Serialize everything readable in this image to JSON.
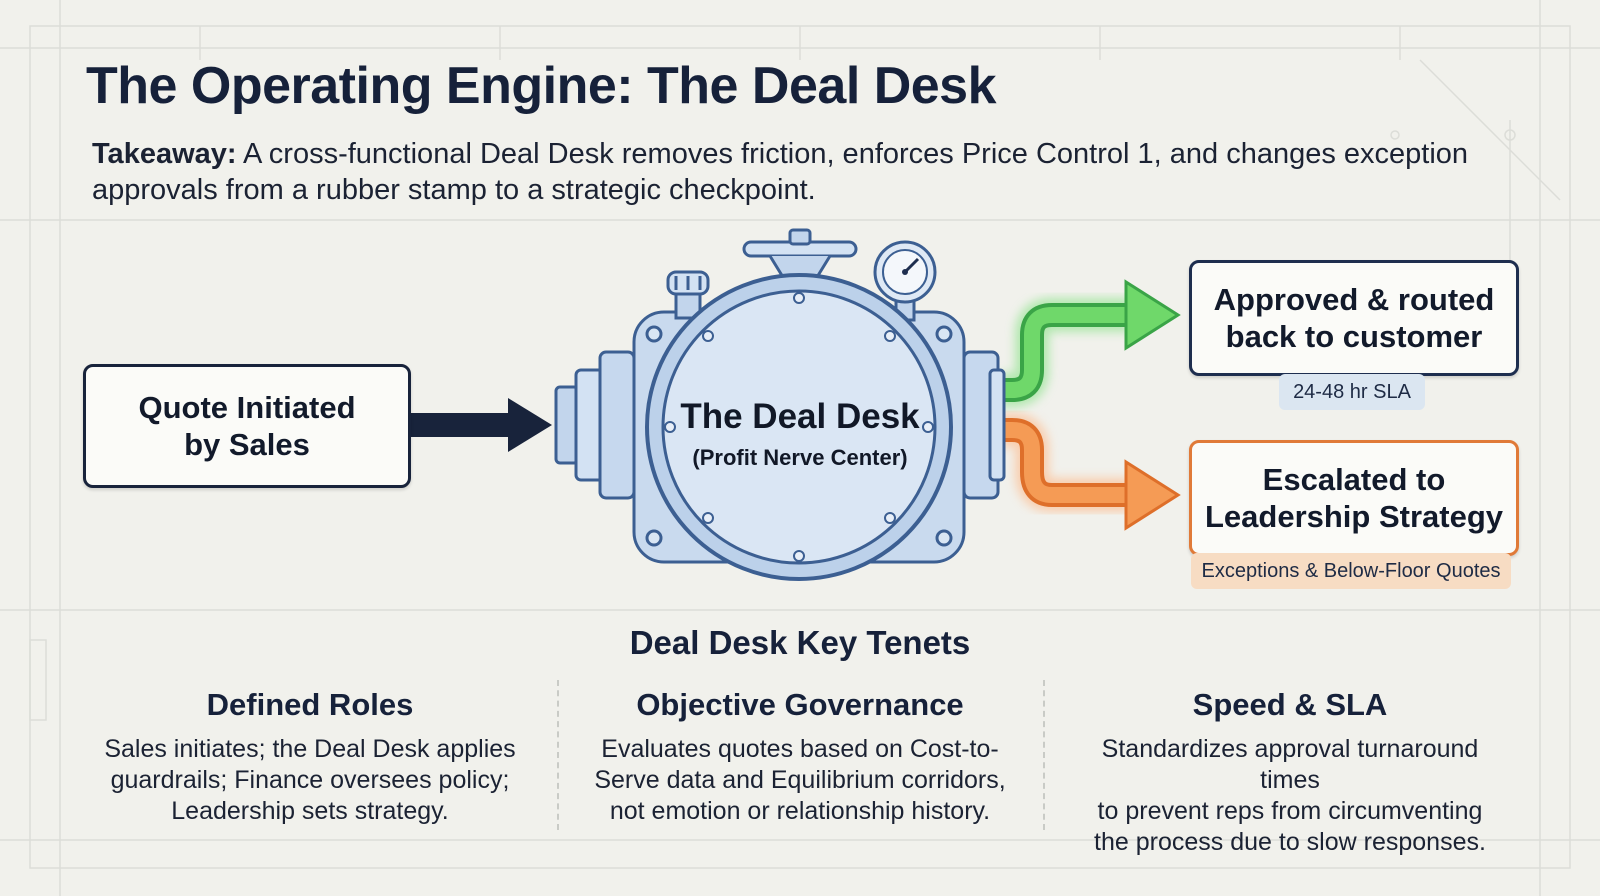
{
  "title": "The Operating Engine: The Deal Desk",
  "takeaway": {
    "lead": "Takeaway:",
    "text": " A cross-functional Deal Desk removes friction, enforces Price Control 1, and changes exception approvals from a rubber stamp to a strategic checkpoint."
  },
  "flow": {
    "input": {
      "line1": "Quote Initiated",
      "line2": "by Sales"
    },
    "engine": {
      "title": "The Deal Desk",
      "subtitle": "(Profit Nerve Center)"
    },
    "outputs": {
      "approved": {
        "line1": "Approved & routed",
        "line2": "back to customer",
        "tag": "24-48 hr SLA"
      },
      "escalated": {
        "line1": "Escalated to",
        "line2": "Leadership Strategy",
        "tag": "Exceptions & Below-Floor Quotes"
      }
    }
  },
  "tenets": {
    "heading": "Deal Desk Key Tenets",
    "items": [
      {
        "title": "Defined Roles",
        "lines": [
          "Sales initiates; the Deal Desk applies",
          "guardrails; Finance oversees policy;",
          "Leadership sets strategy."
        ]
      },
      {
        "title": "Objective Governance",
        "lines": [
          "Evaluates quotes based on Cost-to-",
          "Serve data and Equilibrium corridors,",
          "not emotion or relationship history."
        ]
      },
      {
        "title": "Speed & SLA",
        "lines": [
          "Standardizes approval turnaround times",
          "to prevent reps from circumventing",
          "the process due to slow responses."
        ]
      }
    ]
  },
  "colors": {
    "navy": "#18233b",
    "approved_arrow": "#5cc45a",
    "escalated_arrow": "#ef8a3a",
    "engine_fill": "#c9daee",
    "engine_stroke": "#3c5f92"
  }
}
